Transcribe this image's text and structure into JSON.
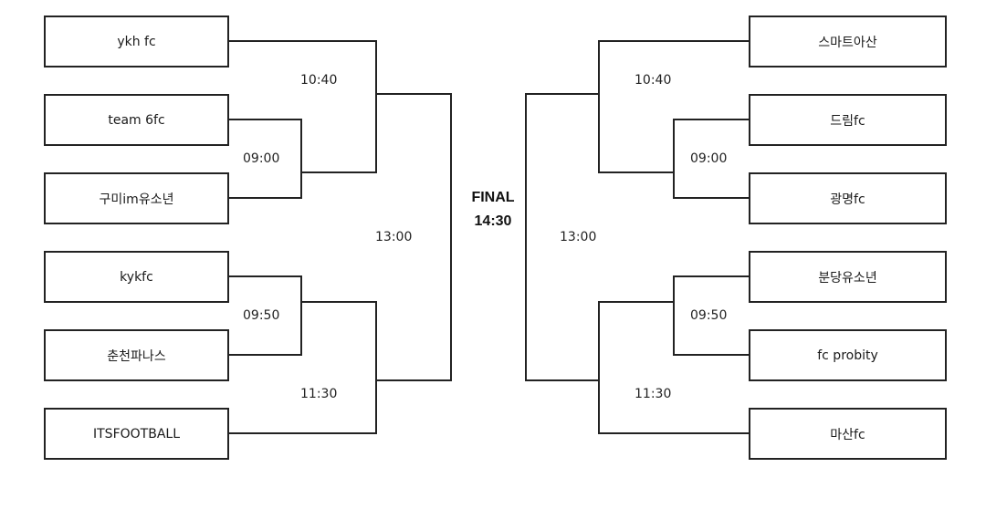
{
  "left_teams": [
    "ykh fc",
    "team 6fc",
    "구미im유소년",
    "kykfc",
    "춘천파나스",
    "ITSFOOTBALL"
  ],
  "right_teams": [
    "스마트아산",
    "드림fc",
    "광명fc",
    "분당유소년",
    "fc probity",
    "마산fc"
  ],
  "times": {
    "left_qf_top": "09:00",
    "left_qf_bottom": "09:50",
    "left_sf_top": "10:40",
    "left_sf_bottom": "11:30",
    "left_semi": "13:00",
    "right_qf_top": "09:00",
    "right_qf_bottom": "09:50",
    "right_sf_top": "10:40",
    "right_sf_bottom": "11:30",
    "right_semi": "13:00"
  },
  "final": {
    "title": "FINAL",
    "time": "14:30"
  }
}
